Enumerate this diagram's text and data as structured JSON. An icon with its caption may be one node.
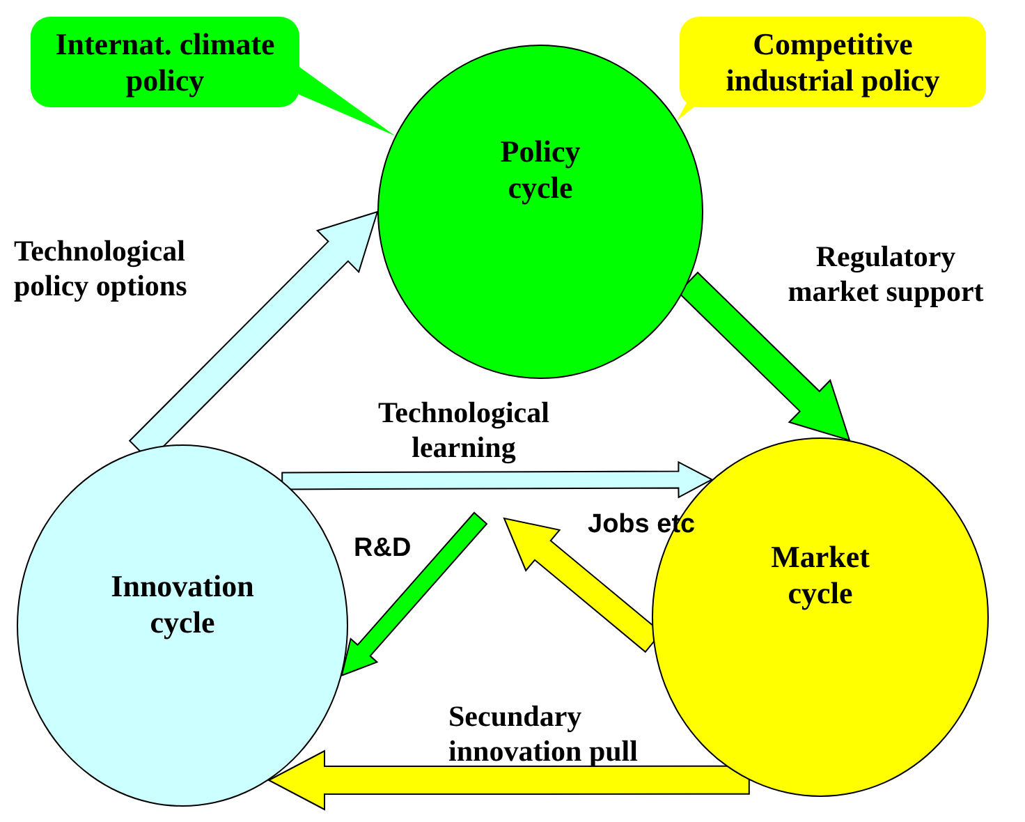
{
  "diagram": {
    "nodes": [
      {
        "text": [
          "Internat. climate policy"
        ]
      },
      {
        "text": [
          "Competitive industrial policy"
        ]
      },
      {
        "text": [
          "Policy cycle"
        ]
      },
      {
        "text": [
          "Innovation cycle"
        ]
      },
      {
        "text": [
          "Market cycle"
        ]
      }
    ],
    "edges": [
      {
        "from": 0,
        "to": 2,
        "arrow": "none",
        "color": "#00ff00"
      },
      {
        "from": 1,
        "to": 2,
        "arrow": "none",
        "color": "#ffff00"
      },
      {
        "from": 3,
        "to": 2,
        "arrow": "to",
        "label": "Technological policy options",
        "color": "#ccffff"
      },
      {
        "from": 2,
        "to": 4,
        "arrow": "to",
        "label": "Regulatory market support",
        "color": "#00ff00"
      },
      {
        "from": 3,
        "to": 4,
        "arrow": "to",
        "label": "Technological learning",
        "color": "#ccffff"
      },
      {
        "from": null,
        "to": 3,
        "arrow": "to",
        "label": "R&D",
        "color": "#00ff00"
      },
      {
        "from": 4,
        "to": null,
        "arrow": "to",
        "label": "Jobs etc",
        "color": "#ffff00"
      },
      {
        "from": 4,
        "to": 3,
        "arrow": "to",
        "label": "Secundary innovation pull",
        "color": "#ffff00"
      }
    ]
  }
}
